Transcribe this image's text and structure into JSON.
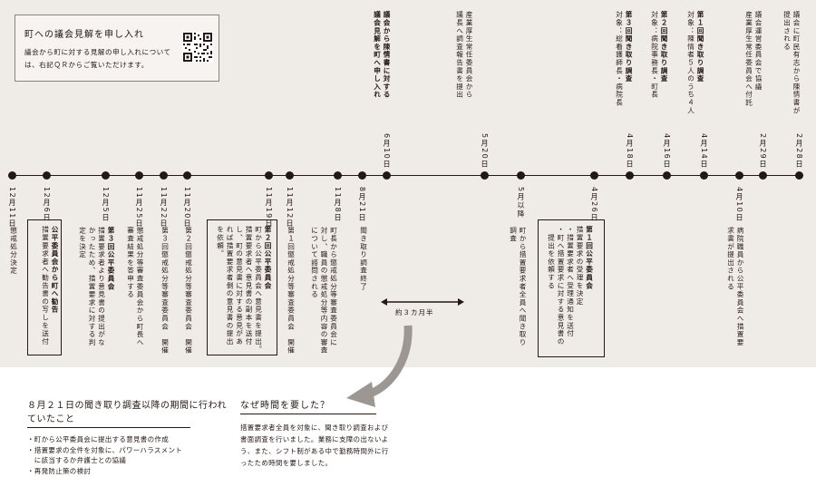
{
  "notice": {
    "title": "町への議会見解を申し入れ",
    "body": "議会から町に対する見解の申し入れについては、右記ＱＲからご覧いただけます。"
  },
  "dates": {
    "d1211": "12月11日",
    "d1206": "12月6日",
    "d1205": "12月5日",
    "d1125": "11月25日",
    "d1122": "11月22日",
    "d1120": "11月20日",
    "d1119": "11月19日",
    "d1112": "11月12日",
    "d1108": "11月8日",
    "d0821": "8月21日",
    "d0610": "6月10日",
    "d0520": "5月20日",
    "d0500": "5月以降",
    "d0426": "4月26日",
    "d0418": "4月18日",
    "d0416": "4月16日",
    "d0414": "4月14日",
    "d0410": "4月10日",
    "d0229": "2月29日",
    "d0228": "2月28日"
  },
  "top_events": {
    "e0228": [
      "議会に町民有志から陳情書が",
      "提出される"
    ],
    "e0229": [
      "議会運営委員会で協議",
      "産業厚生常任委員会へ付託"
    ],
    "e0414": [
      "第１回聞き取り調査",
      "対象：陳情者５人のうち４人"
    ],
    "e0416": [
      "第２回聞き取り調査",
      "対象：病院事務長・町長"
    ],
    "e0418": [
      "第３回聞き取り調査",
      "対象：総看護師長・病院長"
    ],
    "e0520": [
      "産業厚生常任委員会から",
      "議長へ調査報告書を提出"
    ],
    "e0610": [
      "議会から陳情書に対する",
      "議会見解を町へ申し入れ"
    ]
  },
  "bottom_events": {
    "e1211": [
      "懲戒処分決定"
    ],
    "e1206": [
      "公平委員会から町へ勧告",
      "措置要求者へ勧告書の写しを送付"
    ],
    "e1205": [
      "第３回公平委員会",
      "措置要求者より意見書の提出がな",
      "かったため、措置要求に対する判",
      "定を決定"
    ],
    "e1125": [
      "懲戒処分等審査委員会から町長へ",
      "審査結果を答申する"
    ],
    "e1122": [
      "第３回懲戒処分等審査委員会　開催"
    ],
    "e1120": [
      "第２回懲戒処分等審査委員会　開催"
    ],
    "e1119": [
      "第２回公平委員会",
      "町から公平委員会へ意見書を提出。",
      "措置要求者へ意見書の副本を送付",
      "し、町の意見書に対する意見があ",
      "れば措置要求者側の意見書の提出",
      "を依頼。"
    ],
    "e1112": [
      "第１回懲戒処分等審査委員会　開催"
    ],
    "e1108": [
      "町長から懲戒処分等審査委員会に",
      "対し、職員の懲戒処分等内容の審査",
      "について諮問される"
    ],
    "e0821": [
      "聞き取り調査終了"
    ],
    "e0500": [
      "町から措置要求者全員へ聞き取り",
      "調査"
    ],
    "e0426": [
      "第１回公平委員会",
      "措置要求の受理を決定",
      "・措置要求者へ受理通知を送付",
      "・町へ措置要求に対する意見書の",
      "　提出を依頼する"
    ],
    "e0410": [
      "病院職員から公平委員会へ措置要",
      "求書が提出される"
    ]
  },
  "span_label": "約３カ月半",
  "left_section": {
    "title": "８月２１日の聞き取り調査以降の期間に行われていたこと",
    "items": [
      "・町から公平委員会に提出する意見書の作成",
      "・措置要求の全件を対象に、パワーハラスメント",
      "　に該当するか弁護士との協議",
      "・再発防止策の検討"
    ]
  },
  "why_section": {
    "title": "なぜ時間を要した？",
    "body": "措置要求者全員を対象に、聞き取り調査および書面調査を行いました。業務に支障の出ないよう、また、シフト制がある中で勤務時間外に行ったため時間を要しました。"
  }
}
